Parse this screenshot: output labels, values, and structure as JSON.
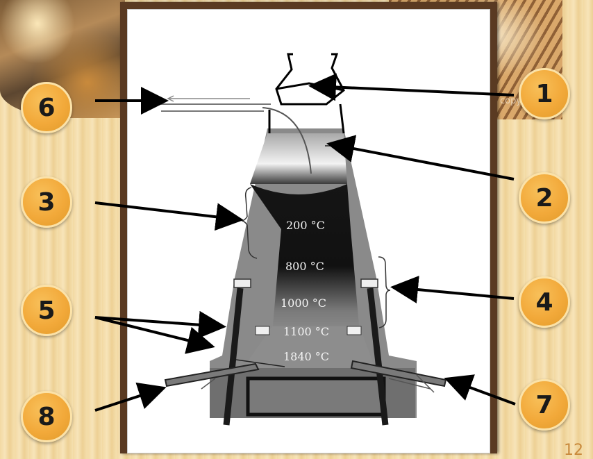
{
  "background": {
    "watermark_fragment": "copy"
  },
  "diagram": {
    "temperatures": [
      "200 °C",
      "800 °C",
      "1000 °C",
      "1100 °C",
      "1840 °C"
    ]
  },
  "badges": [
    "1",
    "2",
    "3",
    "4",
    "5",
    "6",
    "7",
    "8"
  ],
  "slide": {
    "page_number": "12"
  },
  "colors": {
    "badge_fill": "#f2a93a",
    "frame": "#5a3a22",
    "background": "#f3d9a3"
  }
}
